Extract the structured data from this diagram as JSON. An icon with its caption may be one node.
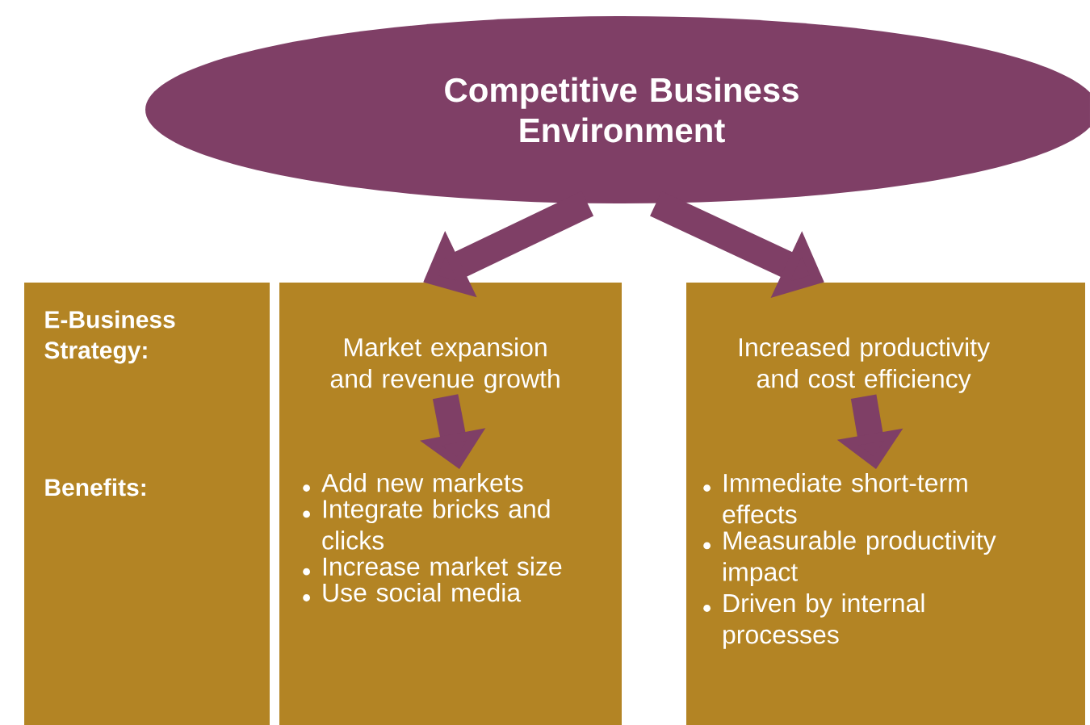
{
  "diagram": {
    "nodes": [
      {
        "text": [
          "Competitive Business Environment"
        ]
      },
      {
        "text": [
          "E-Business Strategy:",
          "Benefits:"
        ]
      },
      {
        "text": [],
        "shape": "box"
      },
      {
        "text": [
          "Market expansion and revenue growth"
        ],
        "in": 2
      },
      {
        "text": [
          "Add new markets",
          "Integrate bricks and clicks",
          "Increase market size",
          "Use social media"
        ],
        "in": 2
      },
      {
        "text": [],
        "shape": "box"
      },
      {
        "text": [
          "Increased productivity and cost efficiency"
        ],
        "in": 5
      },
      {
        "text": [
          "Immediate short-term effects",
          "Measurable productivity impact",
          "Driven by internal processes"
        ],
        "in": 5
      }
    ],
    "edges": [
      {
        "from": 0,
        "to": 2,
        "arrow": "to"
      },
      {
        "from": 0,
        "to": 5,
        "arrow": "to"
      },
      {
        "from": 3,
        "to": 4,
        "arrow": "to"
      },
      {
        "from": 6,
        "to": 7,
        "arrow": "to"
      }
    ]
  }
}
